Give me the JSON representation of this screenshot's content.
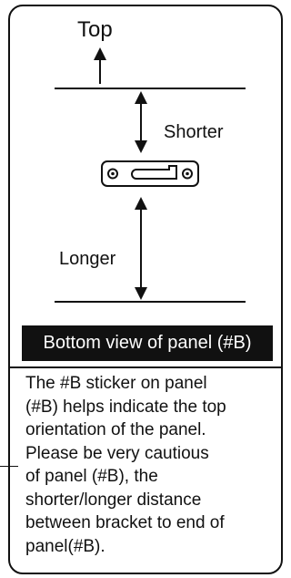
{
  "diagram": {
    "top_label": "Top",
    "shorter_label": "Shorter",
    "longer_label": "Longer",
    "caption": "Bottom view of panel (#B)"
  },
  "description": {
    "lines": [
      "The #B sticker on panel",
      "(#B) helps indicate the top",
      "orientation of the panel.",
      "Please be very cautious",
      "of panel (#B), the",
      "shorter/longer distance",
      "between bracket to end of",
      "panel(#B)."
    ]
  }
}
